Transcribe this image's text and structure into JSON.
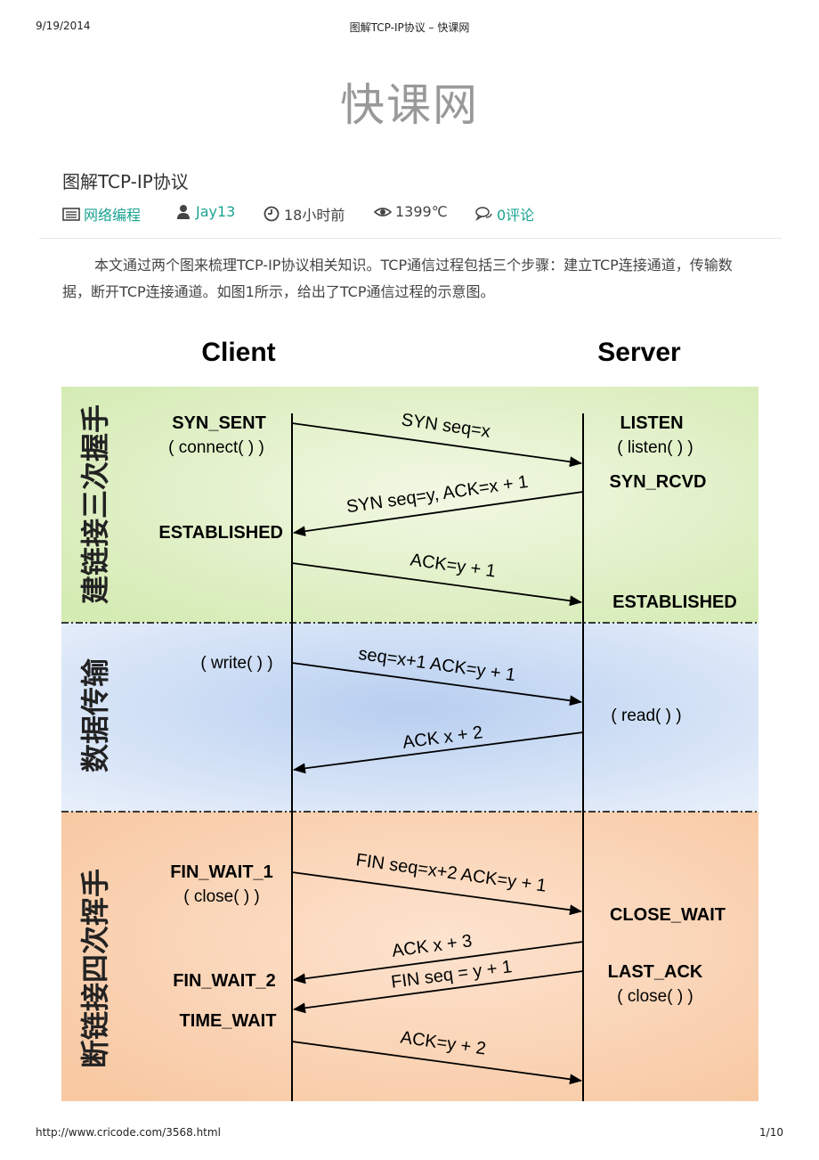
{
  "print_header": {
    "date": "9/19/2014",
    "title": "图解TCP-IP协议 – 快课网"
  },
  "site": {
    "logo": "快课网"
  },
  "article": {
    "title": "图解TCP-IP协议",
    "meta": {
      "category": "网络编程",
      "author": "Jay13",
      "time": "18小时前",
      "views": "1399℃",
      "comments": "0评论"
    },
    "intro": "本文通过两个图来梳理TCP-IP协议相关知识。TCP通信过程包括三个步骤：建立TCP连接通道，传输数据，断开TCP连接通道。如图1所示，给出了TCP通信过程的示意图。"
  },
  "diagram": {
    "client_label": "Client",
    "server_label": "Server",
    "sections": {
      "handshake": "建链接三次握手",
      "transfer": "数据传输",
      "teardown": "断链接四次挥手"
    },
    "colors": {
      "handshake_bg": "#e4f2d2",
      "transfer_bg": "#c9dbf4",
      "teardown_bg": "#f9d2b6"
    },
    "states": {
      "syn_sent": "SYN_SENT",
      "connect": "( connect( ) )",
      "listen": "LISTEN",
      "listen_call": "( listen( ) )",
      "syn_rcvd": "SYN_RCVD",
      "established_client": "ESTABLISHED",
      "established_server": "ESTABLISHED",
      "write": "( write( ) )",
      "read": "( read( ) )",
      "fin_wait_1": "FIN_WAIT_1",
      "close_client": "( close( ) )",
      "close_wait": "CLOSE_WAIT",
      "fin_wait_2": "FIN_WAIT_2",
      "last_ack": "LAST_ACK",
      "close_server": "( close( ) )",
      "time_wait": "TIME_WAIT"
    },
    "messages": {
      "m1": "SYN seq=x",
      "m2": "SYN seq=y, ACK=x + 1",
      "m3": "ACK=y + 1",
      "m4": "seq=x+1 ACK=y + 1",
      "m5": "ACK x + 2",
      "m6": "FIN seq=x+2 ACK=y + 1",
      "m7": "ACK x + 3",
      "m8": "FIN seq = y + 1",
      "m9": "ACK=y + 2"
    }
  },
  "print_footer": {
    "url": "http://www.cricode.com/3568.html",
    "page": "1/10"
  }
}
